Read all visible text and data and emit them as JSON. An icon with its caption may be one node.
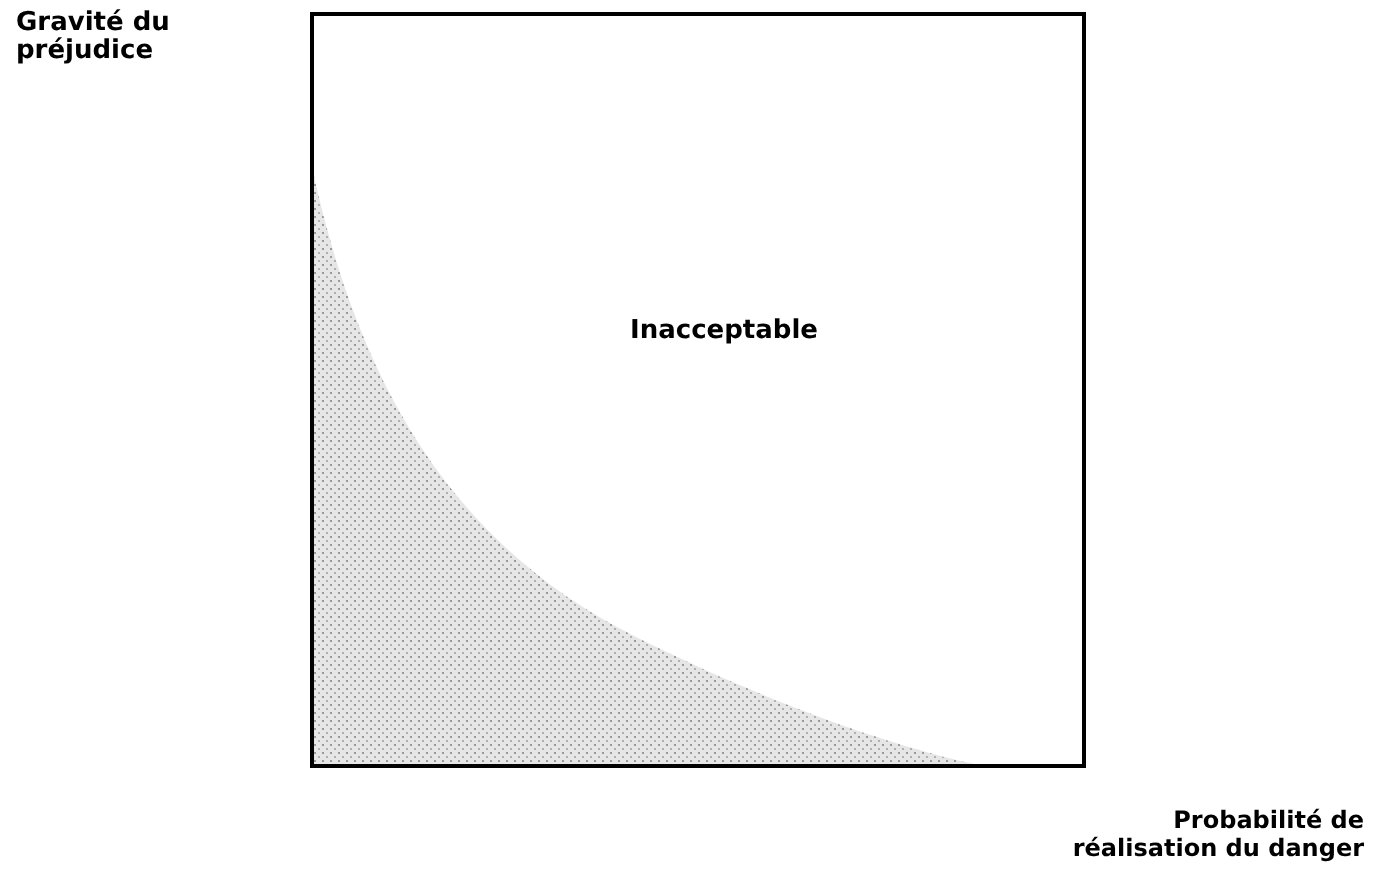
{
  "diagram": {
    "nodes": [
      {
        "text": [
          "Inacceptable"
        ]
      }
    ],
    "labels": [
      "Gravité du préjudice",
      "Probabilité de réalisation du danger"
    ]
  }
}
